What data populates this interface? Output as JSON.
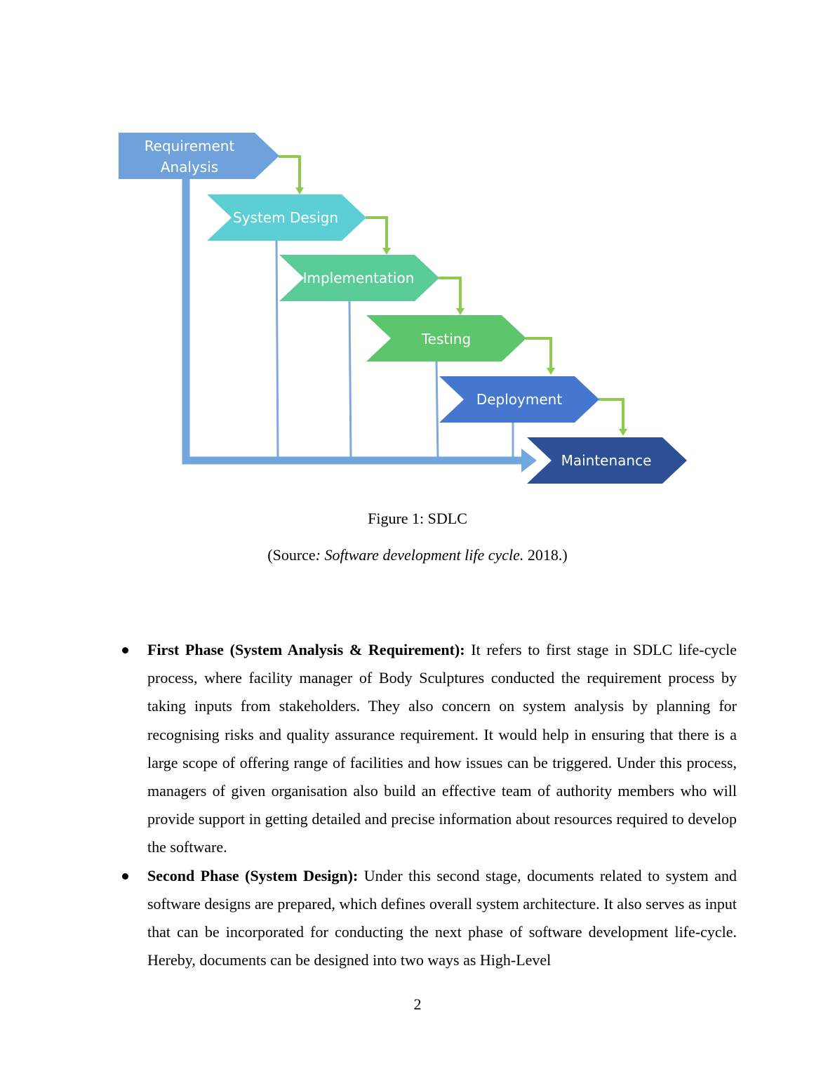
{
  "diagram": {
    "stages": [
      {
        "lines": [
          "Requirement",
          "Analysis"
        ],
        "color": "#6FA2DD"
      },
      {
        "lines": [
          "System Design"
        ],
        "color": "#5BCFD4"
      },
      {
        "lines": [
          "Implementation"
        ],
        "color": "#5ACC98"
      },
      {
        "lines": [
          "Testing"
        ],
        "color": "#5DC56B"
      },
      {
        "lines": [
          "Deployment"
        ],
        "color": "#4677CF"
      },
      {
        "lines": [
          "Maintenance"
        ],
        "color": "#2C4F95"
      }
    ],
    "connector_color": "#8CCB4E",
    "return_path_color": "#73A6DF",
    "feedback_line_color": "#7FA9DC"
  },
  "figure": {
    "caption": "Figure 1: SDLC",
    "source_open": "(Source",
    "source_title": ": Software development life cycle.",
    "source_close": " 2018.)"
  },
  "bullets": [
    {
      "heading": "First Phase (System Analysis & Requirement):",
      "text": " It refers to first stage in SDLC life-cycle process, where facility manager of Body Sculptures conducted the requirement process by taking inputs from stakeholders. They also concern on system analysis by planning for recognising risks and quality assurance requirement. It would help in ensuring that there is a large scope of offering range of facilities and how issues can be triggered. Under this process, managers of given organisation also build an effective team of authority members who will provide support in getting detailed and precise information about resources required to develop the software."
    },
    {
      "heading": "Second Phase (System Design):",
      "text": " Under this second stage, documents related to system and software designs are prepared, which defines overall system architecture. It also serves as input that can be incorporated for conducting the next phase of software development life-cycle. Hereby, documents can be designed into two ways as High-Level"
    }
  ],
  "page_number": "2"
}
